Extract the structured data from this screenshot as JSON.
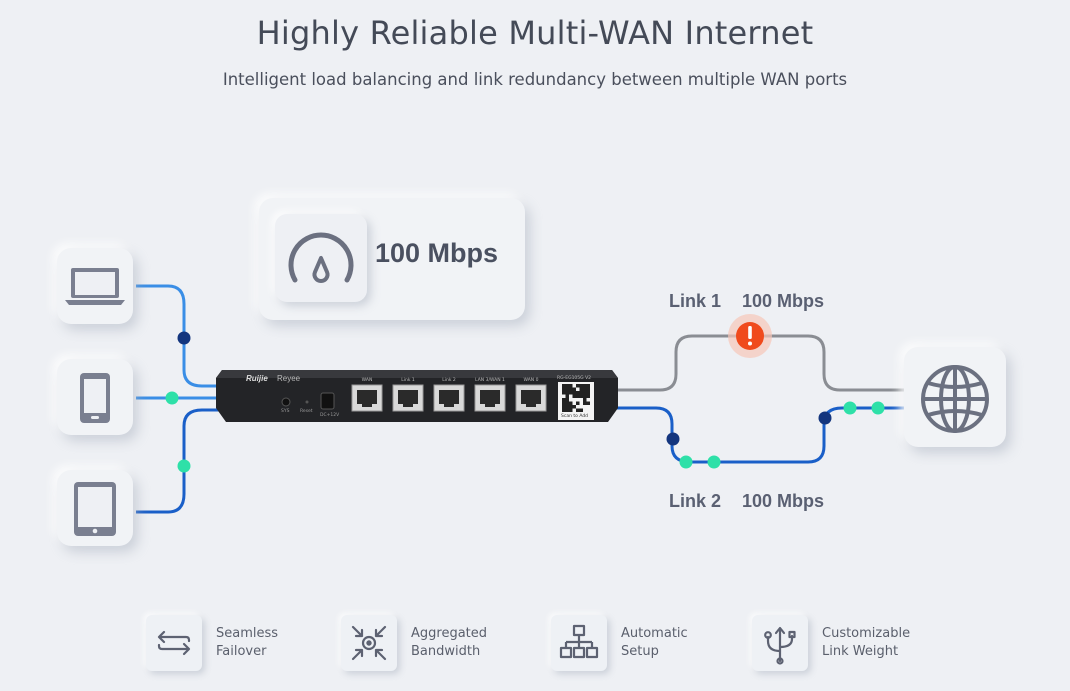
{
  "header": {
    "title": "Highly Reliable Multi-WAN Internet",
    "subtitle": "Intelligent load balancing and link redundancy between multiple WAN ports"
  },
  "speed_card": {
    "value": "100 Mbps",
    "icon": "speedometer-icon"
  },
  "devices": [
    {
      "icon": "laptop-icon"
    },
    {
      "icon": "smartphone-icon"
    },
    {
      "icon": "tablet-icon"
    }
  ],
  "router": {
    "brand": "Ruijie",
    "sub_brand": "Reyee",
    "ports": [
      "WAN",
      "Link 1",
      "Link 2",
      "LAN 3/WAN 1",
      "WAN 0"
    ],
    "model": "RG-EG105G V2",
    "qr_caption": "Scan to Add",
    "labels": {
      "sys": "SYS",
      "reset": "Reset",
      "power": "DC+12V"
    }
  },
  "links": [
    {
      "name": "Link 1",
      "speed": "100 Mbps",
      "status": "alert"
    },
    {
      "name": "Link 2",
      "speed": "100 Mbps",
      "status": "ok"
    }
  ],
  "internet": {
    "icon": "globe-icon"
  },
  "colors": {
    "blue_line": "#3a8ee6",
    "dark_blue_line": "#1a5fc8",
    "gray_line": "#8a8d93",
    "node_green": "#2ee0a8",
    "node_navy": "#13357e",
    "alert_red": "#f04a1c"
  },
  "features": [
    {
      "icon": "failover-icon",
      "line1": "Seamless",
      "line2": "Failover"
    },
    {
      "icon": "aggregation-icon",
      "line1": "Aggregated",
      "line2": "Bandwidth"
    },
    {
      "icon": "setup-icon",
      "line1": "Automatic",
      "line2": "Setup"
    },
    {
      "icon": "link-weight-icon",
      "line1": "Customizable",
      "line2": "Link Weight"
    }
  ]
}
